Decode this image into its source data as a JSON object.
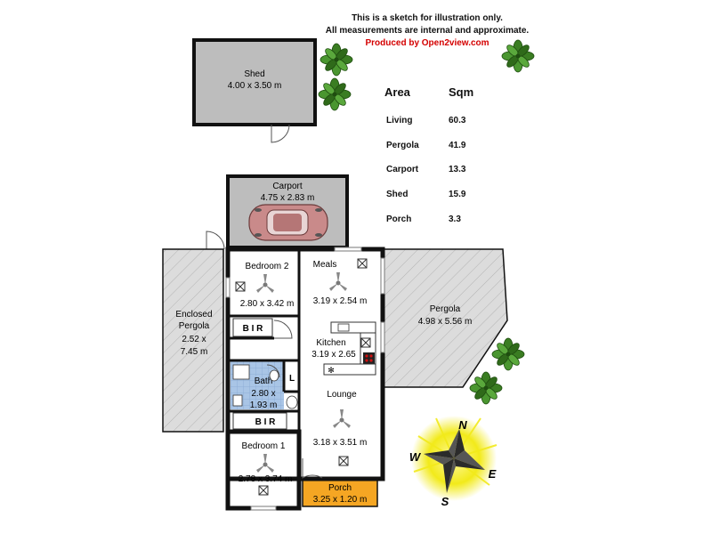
{
  "notice": {
    "line1": "This is a sketch for illustration only.",
    "line2": "All measurements are internal and approximate.",
    "credit": "Produced by Open2view.com"
  },
  "area_table": {
    "header_area": "Area",
    "header_sqm": "Sqm",
    "rows": [
      {
        "name": "Living",
        "sqm": "60.3"
      },
      {
        "name": "Pergola",
        "sqm": "41.9"
      },
      {
        "name": "Carport",
        "sqm": "13.3"
      },
      {
        "name": "Shed",
        "sqm": "15.9"
      },
      {
        "name": "Porch",
        "sqm": "3.3"
      }
    ]
  },
  "rooms": {
    "shed": {
      "name": "Shed",
      "size": "4.00 x 3.50 m"
    },
    "carport": {
      "name": "Carport",
      "size": "4.75 x 2.83 m"
    },
    "bedroom2": {
      "name": "Bedroom 2",
      "size": "2.80 x 3.42 m"
    },
    "meals": {
      "name": "Meals",
      "size": "3.19 x 2.54 m"
    },
    "pergola": {
      "name": "Pergola",
      "size": "4.98 x 5.56 m"
    },
    "enclosed_pergola": {
      "line1": "Enclosed",
      "line2": "Pergola",
      "line3": "2.52 x",
      "line4": "7.45 m"
    },
    "bir_top": "B I R",
    "kitchen": {
      "name": "Kitchen",
      "size": "3.19 x 2.65"
    },
    "bath": {
      "name": "Bath",
      "line2": "2.80 x",
      "line3": "1.93 m"
    },
    "laundry": "L",
    "lounge": {
      "name": "Lounge",
      "size": "3.18 x 3.51 m"
    },
    "bir_bottom": "B I R",
    "bedroom1": {
      "name": "Bedroom 1",
      "size": "2.78 x 3.74 m"
    },
    "porch": {
      "name": "Porch",
      "size": "3.25 x 1.20 m"
    }
  },
  "compass": {
    "n": "N",
    "e": "E",
    "s": "S",
    "w": "W"
  },
  "colors": {
    "wall": "#111111",
    "shed_fill": "#bdbdbd",
    "carport_fill": "#bdbdbd",
    "pergola_fill": "#d9d9d9",
    "bath_fill": "#a9c5e6",
    "porch_fill": "#f5a623",
    "car": "#c98a8a",
    "plant": "#3a7d22",
    "compass_glow": "#f2ea1a"
  }
}
